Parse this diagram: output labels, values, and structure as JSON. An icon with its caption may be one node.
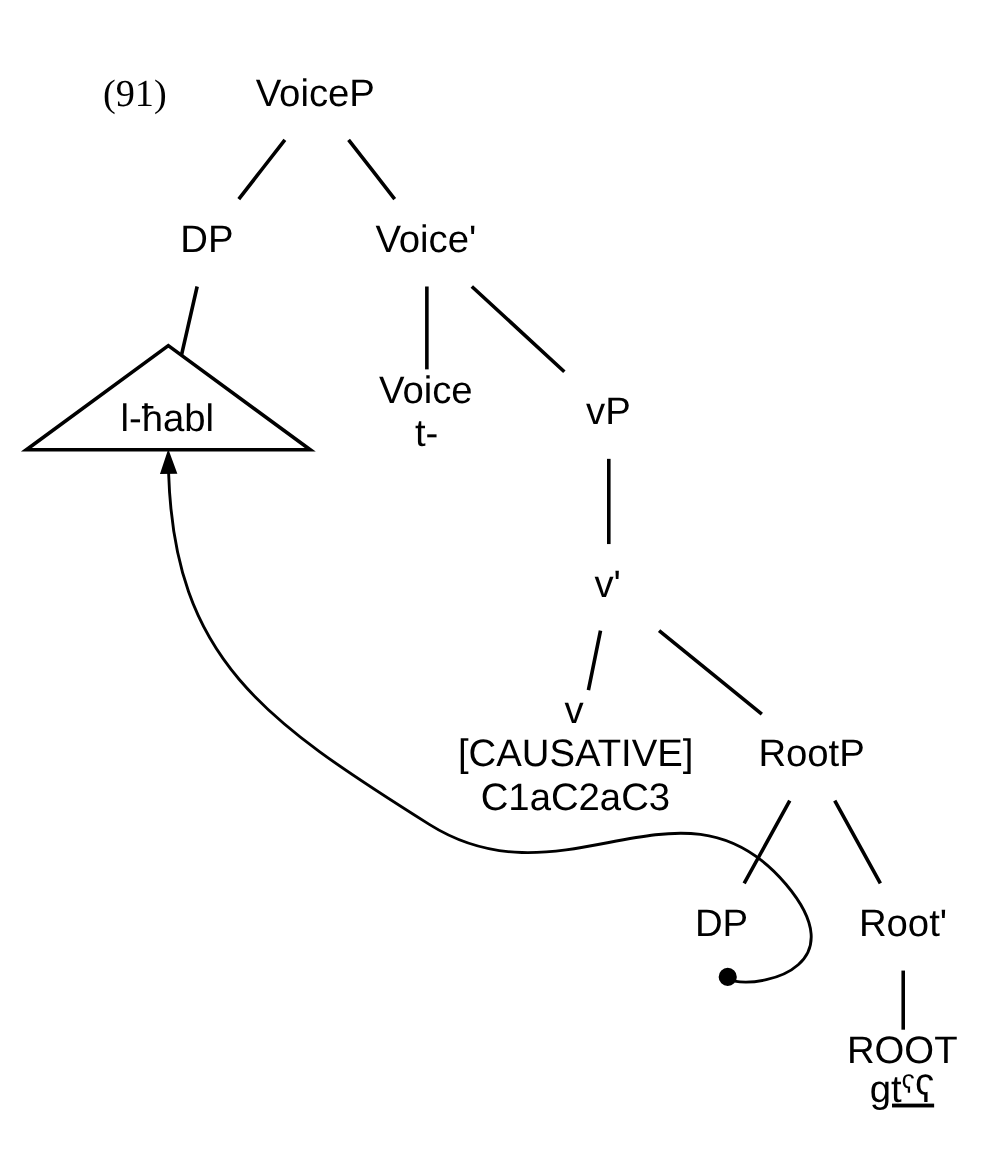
{
  "diagram": {
    "nodes": [
      {
        "text": [
          "VoiceP"
        ]
      },
      {
        "text": [
          "DP"
        ]
      },
      {
        "text": [
          "Voice'"
        ]
      },
      {
        "text": [
          "l-ħabl"
        ]
      },
      {
        "text": [
          "Voice",
          "t-"
        ]
      },
      {
        "text": [
          "vP"
        ]
      },
      {
        "text": [
          "v'"
        ]
      },
      {
        "text": [
          "v",
          "[CAUSATIVE]",
          "C1aC2aC3"
        ]
      },
      {
        "text": [
          "RootP"
        ]
      },
      {
        "text": [
          "DP"
        ]
      },
      {
        "text": [
          "Root'"
        ]
      },
      {
        "text": [
          "ROOT",
          "gtˤʕ"
        ]
      }
    ],
    "edges": [
      {
        "from": 0,
        "to": 1,
        "arrow": "none"
      },
      {
        "from": 0,
        "to": 2,
        "arrow": "none"
      },
      {
        "from": 1,
        "to": 3,
        "arrow": "none"
      },
      {
        "from": 2,
        "to": 4,
        "arrow": "none"
      },
      {
        "from": 2,
        "to": 5,
        "arrow": "none"
      },
      {
        "from": 5,
        "to": 6,
        "arrow": "none"
      },
      {
        "from": 6,
        "to": 7,
        "arrow": "none"
      },
      {
        "from": 6,
        "to": 8,
        "arrow": "none"
      },
      {
        "from": 8,
        "to": 9,
        "arrow": "none"
      },
      {
        "from": 8,
        "to": 10,
        "arrow": "none"
      },
      {
        "from": 10,
        "to": 11,
        "arrow": "none"
      },
      {
        "from": 9,
        "to": 3,
        "arrow": "to"
      }
    ],
    "labels": [
      "(91)"
    ]
  }
}
